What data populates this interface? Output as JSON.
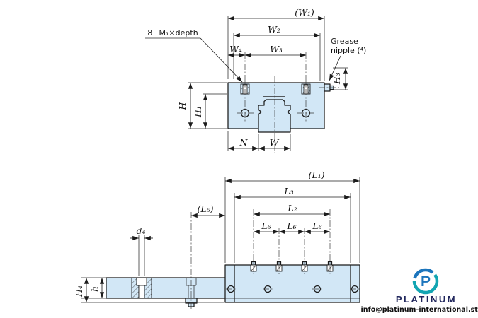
{
  "colors": {
    "part_fill": "#d2e7f6",
    "drawing_line": "#1b1b1b",
    "logo_blue": "#1c75bc",
    "logo_teal": "#12a5b2",
    "brand_navy": "#20265c"
  },
  "front_view": {
    "labels": {
      "w1": "(W₁)",
      "w2": "W₂",
      "w3": "W₃",
      "w4": "W₄",
      "bolt_callout": "8−M₁×depth",
      "grease_line1": "Grease",
      "grease_line2": "nipple (⁴)",
      "h3": "H₃",
      "h": "H",
      "h1": "H₁",
      "n": "N",
      "w": "W"
    }
  },
  "side_view": {
    "labels": {
      "l1": "(L₁)",
      "l3": "L₃",
      "l5": "(L₅)",
      "l2": "L₂",
      "l6": "L₆",
      "d4": "d₄",
      "h4": "H₄",
      "h_rail": "h"
    }
  },
  "branding": {
    "logo_letter": "P",
    "name": "PLATINUM",
    "email": "info@platinum-international.store"
  }
}
